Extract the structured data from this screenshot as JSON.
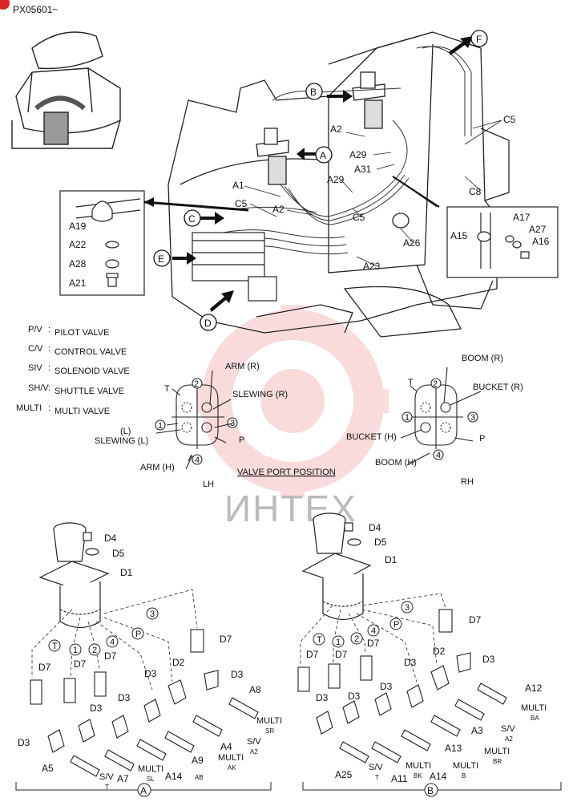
{
  "header": {
    "code": "PX05601~"
  },
  "watermark": {
    "text": "ИНТЕХ",
    "color": "#e23b3b"
  },
  "top_callouts": {
    "views": [
      "A",
      "B",
      "C",
      "D",
      "E",
      "F"
    ],
    "parts": {
      "A1": "A1",
      "A2": "A2",
      "A2b": "A2",
      "A29": "A29",
      "A29b": "A29",
      "A31": "A31",
      "A23": "A23",
      "A26": "A26",
      "C5": "C5",
      "C5b": "C5",
      "C5c": "C5",
      "C8": "C8",
      "A19": "A19",
      "A22": "A22",
      "A28": "A28",
      "A21": "A21",
      "A15": "A15",
      "A17": "A17",
      "A27": "A27",
      "A16": "A16"
    }
  },
  "legend": [
    {
      "abbr": "P/V",
      "colon": ":",
      "desc": "PILOT VALVE"
    },
    {
      "abbr": "C/V",
      "colon": ":",
      "desc": "CONTROL VALVE"
    },
    {
      "abbr": "SIV",
      "colon": ":",
      "desc": "SOLENOID VALVE"
    },
    {
      "abbr": "SH/V",
      "colon": ":",
      "desc": "SHUTTLE VALVE"
    },
    {
      "abbr": "MULTI",
      "colon": ":",
      "desc": "MULTI VALVE"
    }
  ],
  "port_position": {
    "title": "VALVE PORT POSITION",
    "lh": {
      "caption": "LH",
      "arm_r": "ARM (R)",
      "slewing_r": "SLEWING (R)",
      "l": "(L)",
      "slewing_l": "SLEWING (L)",
      "arm_h": "ARM (H)",
      "t": "T",
      "p": "P",
      "n1": "1",
      "n2": "2",
      "n3": "3",
      "n4": "4"
    },
    "rh": {
      "caption": "RH",
      "boom_r": "BOOM (R)",
      "bucket_r": "BUCKET (R)",
      "bucket_h": "BUCKET (H)",
      "boom_h": "BOOM (H)",
      "t": "T",
      "p": "P",
      "n1": "1",
      "n2": "2",
      "n3": "3",
      "n4": "4"
    }
  },
  "view_a": {
    "caption": "A",
    "d4": "D4",
    "d5": "D5",
    "d1": "D1",
    "d7a": "D7",
    "d7b": "D7",
    "d7c": "D7",
    "d7d": "D7",
    "d2": "D2",
    "d3a": "D3",
    "d3b": "D3",
    "d3c": "D3",
    "d3d": "D3",
    "d3e": "D3",
    "a8": "A8",
    "a4": "A4",
    "a9": "A9",
    "a14": "A14",
    "a7": "A7",
    "a5": "A5",
    "multi_sr": "MULTI",
    "sr": "SR",
    "sv_a2": "S/V",
    "a2": "A2",
    "multi_ak": "MULTI",
    "ak": "AK",
    "multi_ab": "AB",
    "multi_sl": "MULTI",
    "sl": "SL",
    "sv_t": "S/V",
    "t": "T",
    "pt": "T",
    "p1": "1",
    "p2": "2",
    "p3": "3",
    "p4": "4",
    "pp": "P"
  },
  "view_b": {
    "caption": "B",
    "d4": "D4",
    "d5": "D5",
    "d1": "D1",
    "d7a": "D7",
    "d7b": "D7",
    "d7c": "D7",
    "d7d": "D7",
    "d2": "D2",
    "d3a": "D3",
    "d3b": "D3",
    "d3c": "D3",
    "d3d": "D3",
    "d3e": "D3",
    "a12": "A12",
    "a3": "A3",
    "a13": "A13",
    "a14": "A14",
    "a11": "A11",
    "a25": "A25",
    "multi_ba": "MULTI",
    "ba": "BA",
    "sv_a2": "S/V",
    "a2": "A2",
    "multi_br": "MULTI",
    "br": "BR",
    "multi_b": "MULTI",
    "b": "B",
    "multi_bk": "MULTI",
    "bk": "BK",
    "sv_t": "S/V",
    "t": "T",
    "pt": "T",
    "p1": "1",
    "p2": "2",
    "p3": "3",
    "p4": "4",
    "pp": "P"
  }
}
